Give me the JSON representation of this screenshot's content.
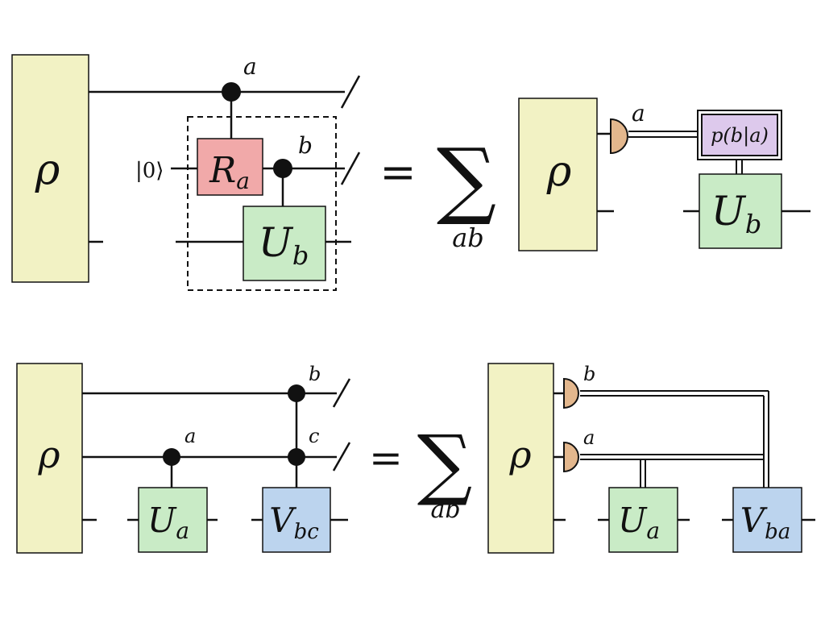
{
  "colors": {
    "rho": "#f2f2c4",
    "R": "#f1a9a9",
    "U": "#c9ebc6",
    "V": "#bcd4ee",
    "P": "#ddc9ec",
    "meter": "#e3b78d",
    "line": "#111111"
  },
  "top_left": {
    "rho": "ρ",
    "ancilla_ket": "|0⟩",
    "R_base": "R",
    "R_sub": "a",
    "U_base": "U",
    "U_sub": "b",
    "label_a": "a",
    "label_b": "b"
  },
  "top_right": {
    "equals": "=",
    "sum": "∑",
    "sum_index": "ab",
    "rho": "ρ",
    "label_a": "a",
    "cond_prob": "p(b|a)",
    "U_base": "U",
    "U_sub": "b"
  },
  "bottom_left": {
    "rho": "ρ",
    "label_a": "a",
    "label_b": "b",
    "label_c": "c",
    "U_base": "U",
    "U_sub": "a",
    "V_base": "V",
    "V_sub": "bc"
  },
  "bottom_right": {
    "equals": "=",
    "sum": "∑",
    "sum_index": "ab",
    "rho": "ρ",
    "label_a": "a",
    "label_b": "b",
    "U_base": "U",
    "U_sub": "a",
    "V_base": "V",
    "V_sub": "ba"
  }
}
